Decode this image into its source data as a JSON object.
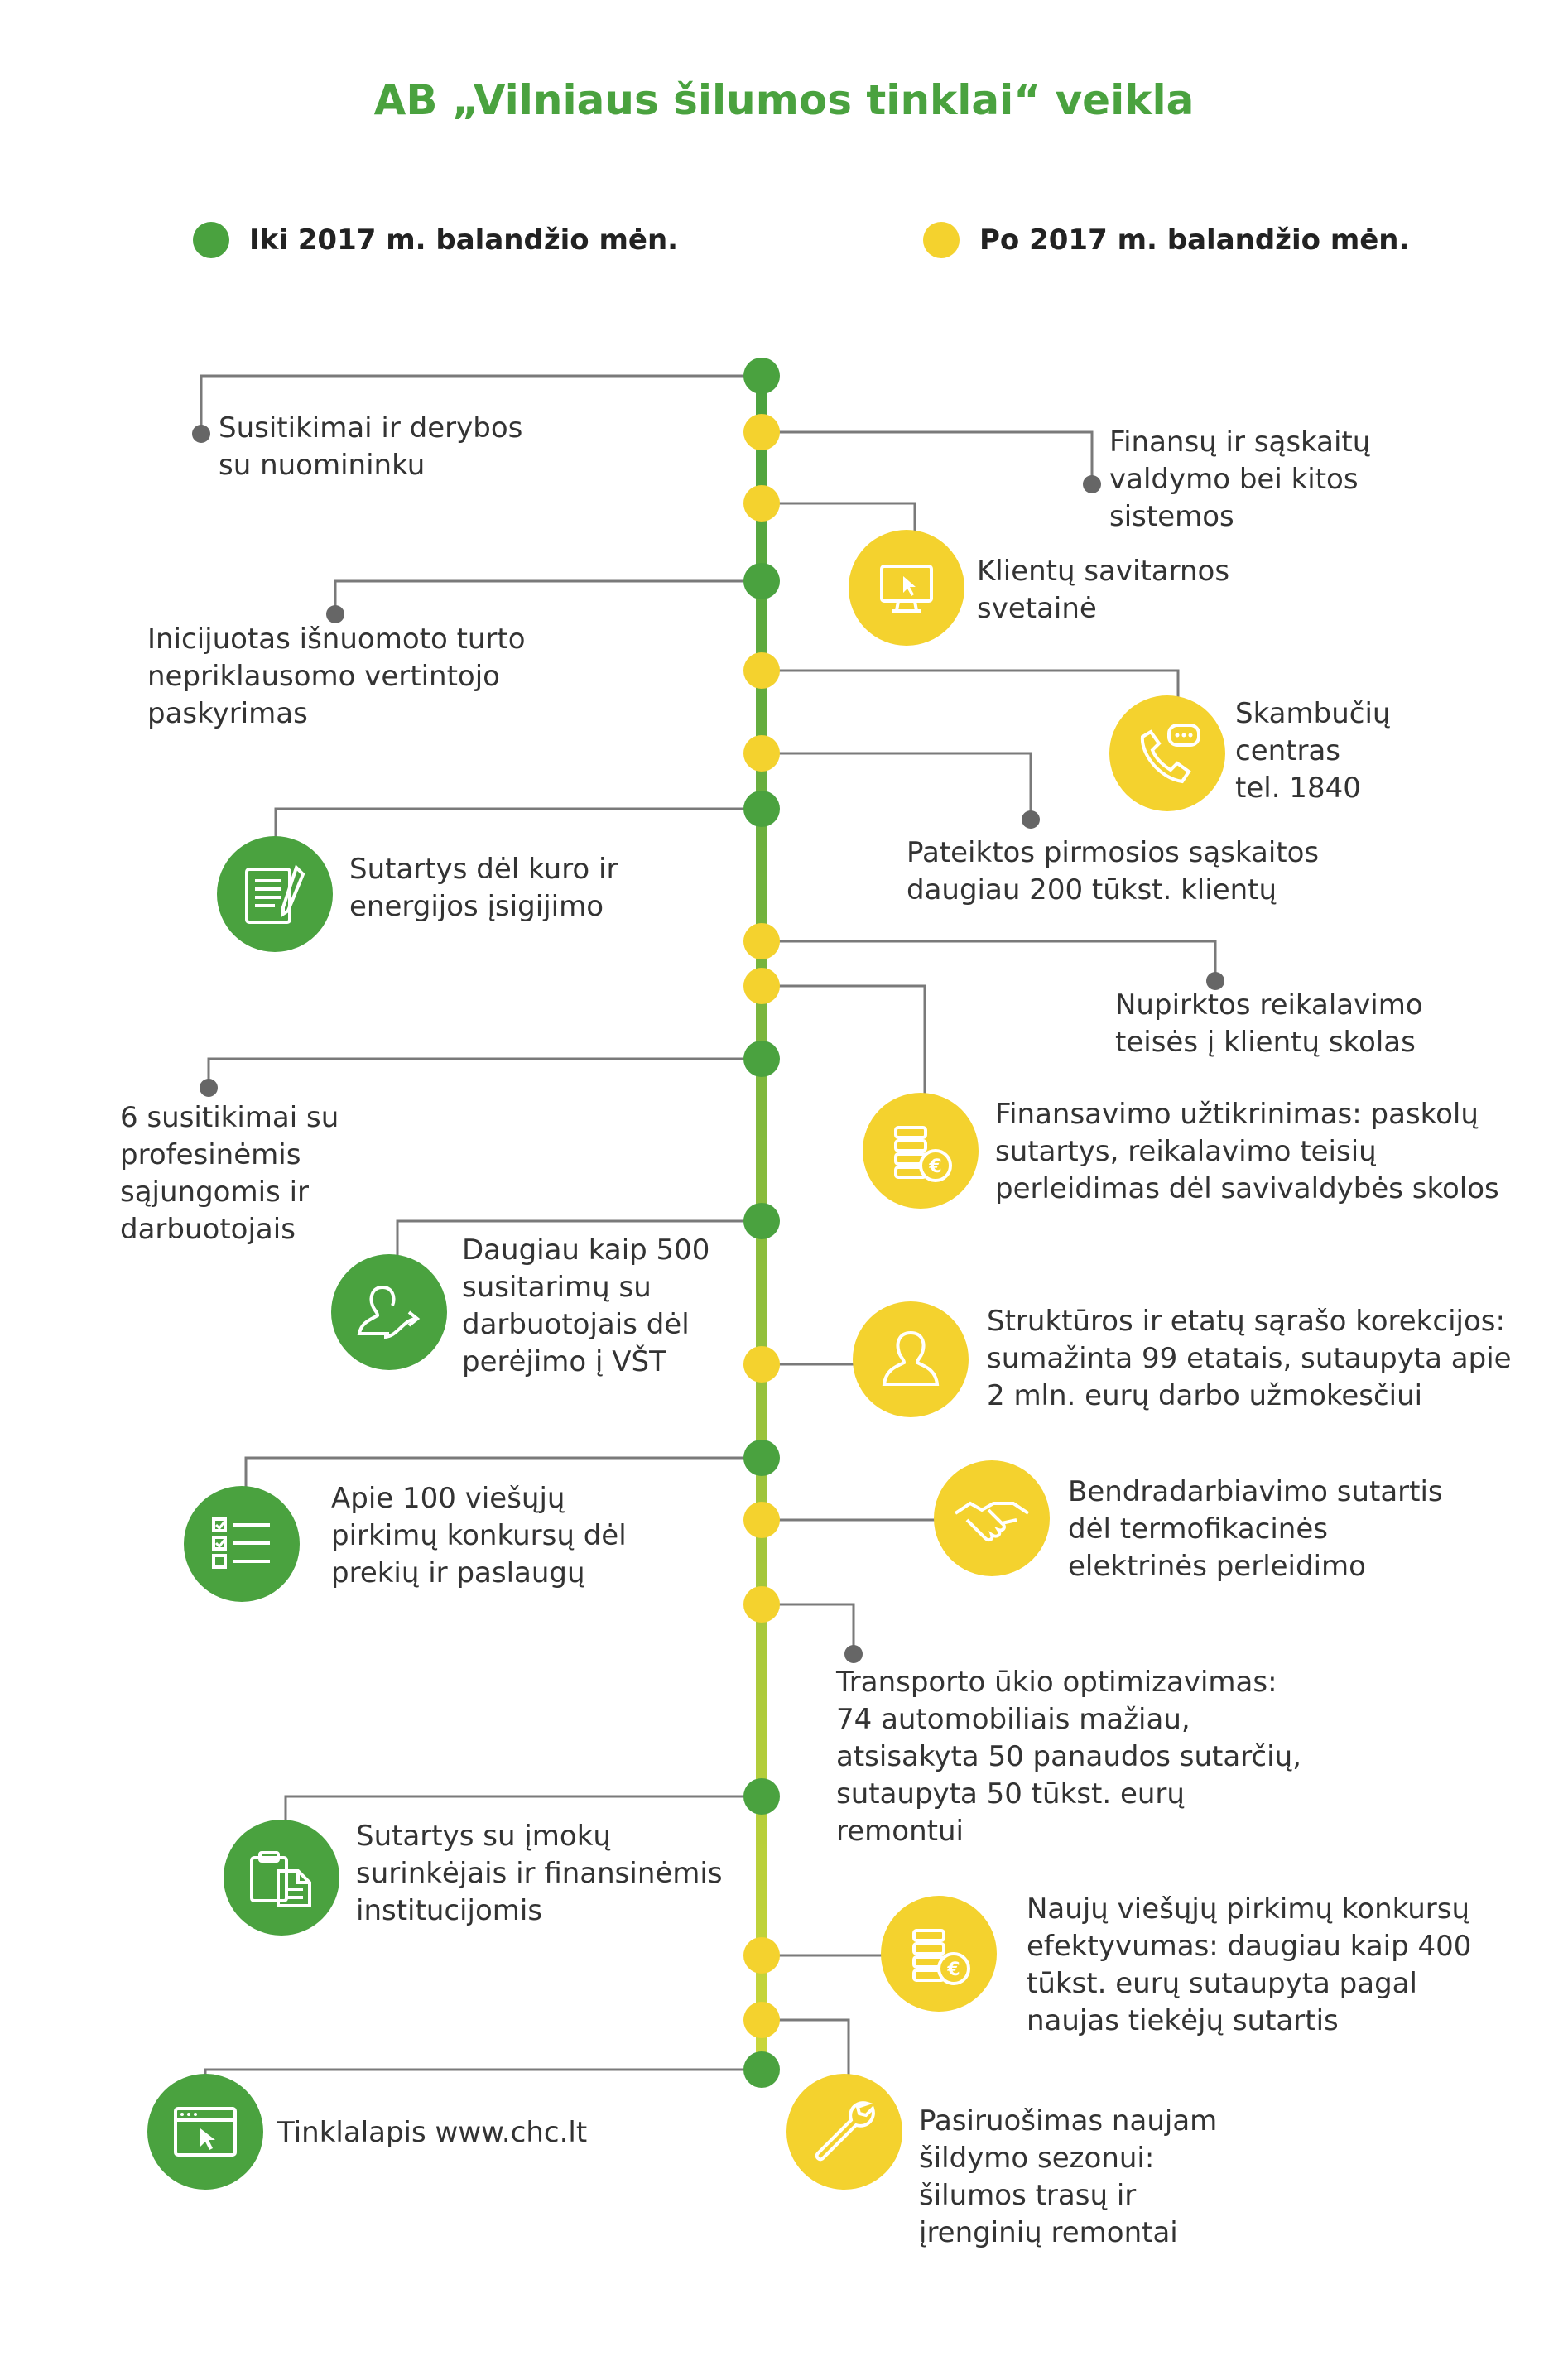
{
  "title": "AB „Vilniaus šilumos tinklai“ veikla",
  "legend": {
    "before": "Iki 2017 m. balandžio mėn.",
    "after": "Po 2017 m. balandžio mėn."
  },
  "colors": {
    "green": "#4aa23f",
    "yellow": "#f4d22e",
    "connector": "#777777",
    "timeline_top": "#4aa23f",
    "timeline_bottom": "#c9d63a"
  },
  "items": {
    "i1": {
      "lines": [
        "Susitikimai ir derybos",
        "su nuomininku"
      ]
    },
    "i2": {
      "lines": [
        "Finansų ir sąskaitų",
        "valdymo bei kitos",
        "sistemos"
      ]
    },
    "i3": {
      "lines": [
        "Klientų savitarnos",
        "svetainė"
      ],
      "icon": "monitor-cursor-icon"
    },
    "i4": {
      "lines": [
        "Inicijuotas išnuomoto turto",
        "nepriklausomo vertintojo",
        "paskyrimas"
      ]
    },
    "i5": {
      "lines": [
        "Skambučių",
        "centras",
        "tel. 1840"
      ],
      "icon": "phone-chat-icon"
    },
    "i6": {
      "lines": [
        "Pateiktos pirmosios sąskaitos",
        "daugiau 200 tūkst. klientų"
      ]
    },
    "i7": {
      "lines": [
        "Sutartys dėl kuro ir",
        "energijos įsigijimo"
      ],
      "icon": "document-pen-icon"
    },
    "i8": {
      "lines": [
        "Nupirktos reikalavimo",
        "teisės į klientų skolas"
      ]
    },
    "i9": {
      "lines": [
        "Finansavimo užtikrinimas: paskolų",
        "sutartys, reikalavimo teisių",
        "perleidimas dėl savivaldybės skolos"
      ],
      "icon": "coins-euro-icon"
    },
    "i10": {
      "lines": [
        "6 susitikimai su",
        "profesinėmis",
        "sąjungomis ir",
        "darbuotojais"
      ]
    },
    "i11": {
      "lines": [
        "Daugiau kaip 500",
        "susitarimų su",
        "darbuotojais dėl",
        "perėjimo į VŠT"
      ],
      "icon": "person-arrow-icon"
    },
    "i12": {
      "lines": [
        "Struktūros ir etatų sąrašo korekcijos:",
        "sumažinta 99 etatais, sutaupyta apie",
        "2 mln. eurų darbo užmokesčiui"
      ],
      "icon": "person-icon"
    },
    "i13": {
      "lines": [
        "Apie 100 viešųjų",
        "pirkimų konkursų dėl",
        "prekių ir paslaugų"
      ],
      "icon": "checklist-icon"
    },
    "i14": {
      "lines": [
        "Bendradarbiavimo sutartis",
        "dėl termofikacinės",
        "elektrinės perleidimo"
      ],
      "icon": "handshake-icon"
    },
    "i15": {
      "lines": [
        "Transporto ūkio optimizavimas:",
        "74 automobiliais mažiau,",
        "atsisakyta 50 panaudos sutarčių,",
        "sutaupyta 50 tūkst. eurų",
        "remontui"
      ]
    },
    "i16": {
      "lines": [
        "Sutartys su įmokų",
        "surinkėjais ir finansinėmis",
        "institucijomis"
      ],
      "icon": "clipboard-documents-icon"
    },
    "i17": {
      "lines": [
        "Naujų viešųjų pirkimų konkursų",
        "efektyvumas: daugiau kaip 400",
        "tūkst. eurų sutaupyta pagal",
        "naujas tiekėjų sutartis"
      ],
      "icon": "coins-euro-icon"
    },
    "i18": {
      "lines": [
        "Tinklalapis www.chc.lt"
      ],
      "icon": "browser-cursor-icon"
    },
    "i19": {
      "lines": [
        "Pasiruošimas naujam",
        "šildymo sezonui:",
        "šilumos trasų ir",
        "įrenginių remontai"
      ],
      "icon": "wrench-icon"
    }
  }
}
